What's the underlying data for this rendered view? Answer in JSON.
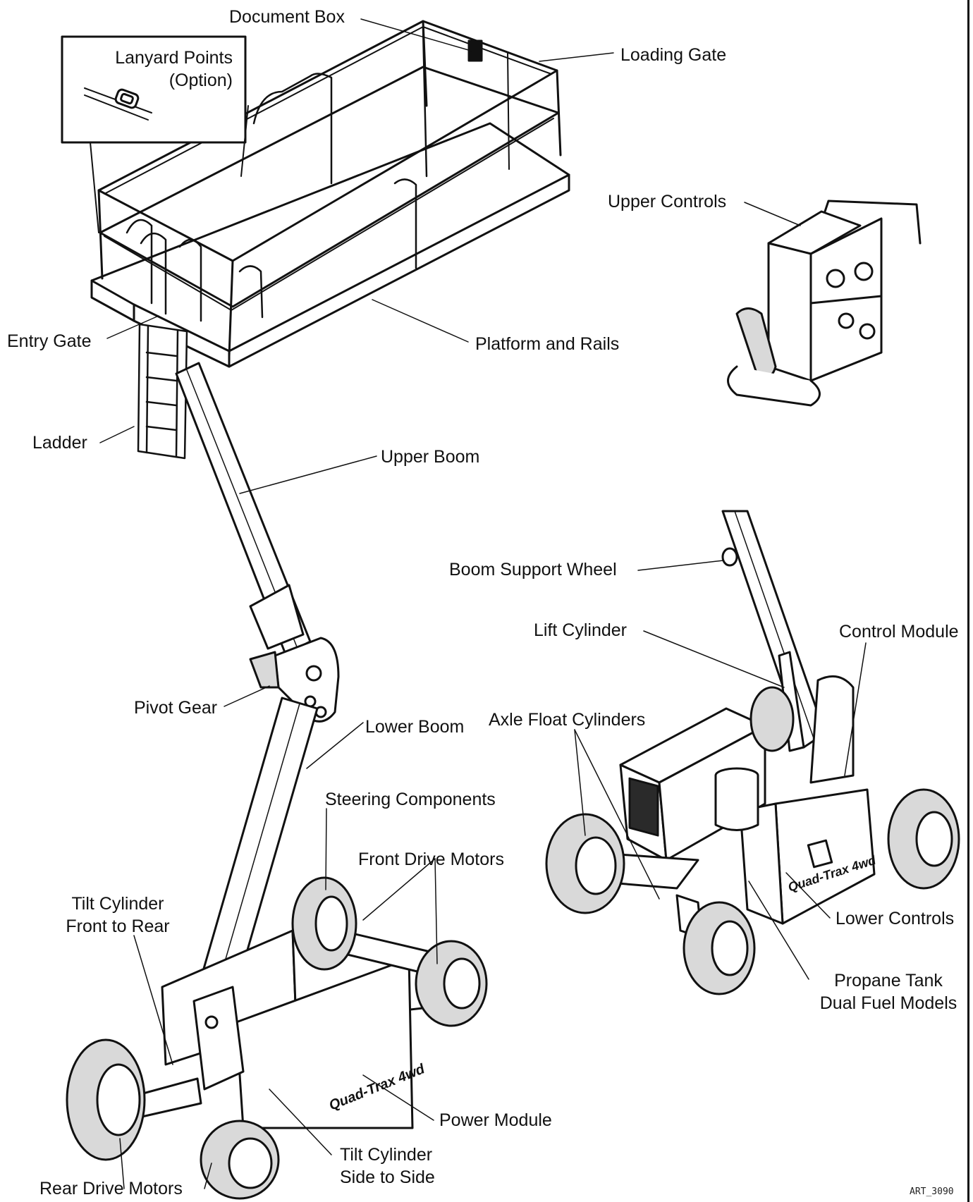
{
  "figure_id": "ART_3090",
  "labels": {
    "document_box": "Document Box",
    "loading_gate": "Loading Gate",
    "lanyard_points": [
      "Lanyard Points",
      "(Option)"
    ],
    "upper_controls": "Upper Controls",
    "entry_gate": "Entry Gate",
    "platform_and_rails": "Platform and Rails",
    "ladder": "Ladder",
    "upper_boom": "Upper Boom",
    "boom_support_wheel": "Boom Support Wheel",
    "lift_cylinder": "Lift Cylinder",
    "control_module": "Control Module",
    "pivot_gear": "Pivot Gear",
    "lower_boom": "Lower Boom",
    "axle_float_cylinders": "Axle Float Cylinders",
    "steering_components": "Steering Components",
    "front_drive_motors": "Front Drive Motors",
    "tilt_cylinder_front_to_rear": [
      "Tilt Cylinder",
      "Front to Rear"
    ],
    "lower_controls": "Lower Controls",
    "propane_tank": [
      "Propane Tank",
      "Dual Fuel Models"
    ],
    "power_module": "Power Module",
    "tilt_cylinder_side_to_side": [
      "Tilt Cylinder",
      "Side to Side"
    ],
    "rear_drive_motors": "Rear Drive Motors"
  },
  "decal_text": "Quad-Trax 4wd",
  "colors": {
    "line": "#111111",
    "fill_light": "#ffffff",
    "fill_shade": "#d9d9d9",
    "fill_dark": "#2a2a2a"
  }
}
